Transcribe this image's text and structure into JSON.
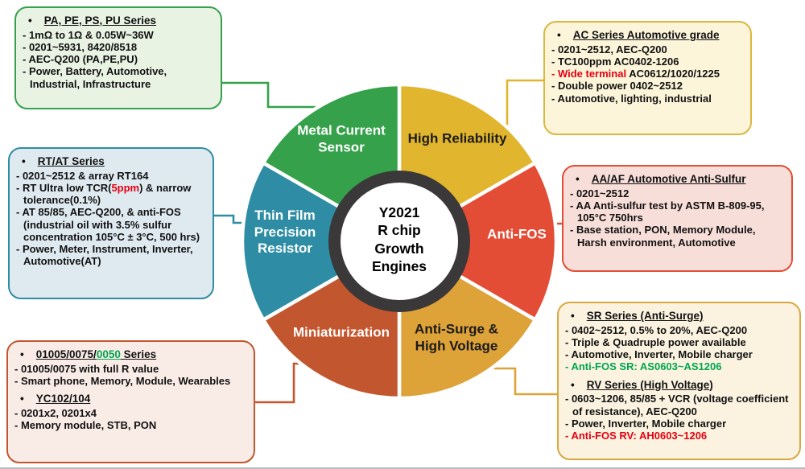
{
  "center": {
    "title": "Y2021\nR chip\nGrowth\nEngines",
    "ring_color": "#3b3839",
    "face_color": "#ffffff",
    "text_color": "#000000"
  },
  "segments": [
    {
      "id": "high-reliability",
      "label": "High Reliability",
      "color": "#e1b52e",
      "text_color": "#1a1a1a"
    },
    {
      "id": "anti-fos",
      "label": "Anti-FOS",
      "color": "#e34c35",
      "text_color": "#ffffff"
    },
    {
      "id": "anti-surge",
      "label": "Anti-Surge &\nHigh Voltage",
      "color": "#dda238",
      "text_color": "#1a1a1a"
    },
    {
      "id": "miniaturization",
      "label": "Miniaturization",
      "color": "#c2562e",
      "text_color": "#ffffff"
    },
    {
      "id": "thin-film",
      "label": "Thin Film\nPrecision\nResistor",
      "color": "#2e8da4",
      "text_color": "#ffffff"
    },
    {
      "id": "metal-current-sensor",
      "label": "Metal Current\nSensor",
      "color": "#35a14b",
      "text_color": "#ffffff"
    }
  ],
  "boxes": [
    {
      "id": "pa-series",
      "border_color": "#35a14b",
      "bg_color": "#e9f3e4",
      "sections": [
        {
          "title": [
            {
              "t": "PA, PE, PS, PU Series"
            }
          ],
          "lines": [
            [
              {
                "t": "- 1mΩ to 1Ω & 0.05W~36W"
              }
            ],
            [
              {
                "t": "- 0201~5931, 8420/8518"
              }
            ],
            [
              {
                "t": "- AEC-Q200 (PA,PE,PU)"
              }
            ],
            [
              {
                "t": "- Power, Battery, Automotive, Industrial, Infrastructure"
              }
            ]
          ]
        }
      ]
    },
    {
      "id": "rt-at-series",
      "border_color": "#2e8da4",
      "bg_color": "#dfeaf0",
      "sections": [
        {
          "title": [
            {
              "t": "RT/AT Series"
            }
          ],
          "lines": [
            [
              {
                "t": "- 0201~2512 & array RT164"
              }
            ],
            [
              {
                "t": "- RT Ultra low TCR("
              },
              {
                "t": "5ppm",
                "c": "#e60012"
              },
              {
                "t": ") & narrow tolerance(0.1%)"
              }
            ],
            [
              {
                "t": "- AT 85/85, AEC-Q200, & anti-FOS (industrial oil with 3.5% sulfur concentration 105°C ± 3°C, 500 hrs)"
              }
            ],
            [
              {
                "t": "- Power, Meter, Instrument, Inverter, Automotive(AT)"
              }
            ]
          ]
        }
      ]
    },
    {
      "id": "miniature-series",
      "border_color": "#c2562e",
      "bg_color": "#f9ece7",
      "sections": [
        {
          "title": [
            {
              "t": "01005/0075/"
            },
            {
              "t": "0050",
              "c": "#00a550"
            },
            {
              "t": " Series"
            }
          ],
          "lines": [
            [
              {
                "t": "- 01005/0075  with full R value"
              }
            ],
            [
              {
                "t": "- Smart phone, Memory,  Module, Wearables"
              }
            ]
          ]
        },
        {
          "title": [
            {
              "t": "YC102/104"
            }
          ],
          "lines": [
            [
              {
                "t": "- 0201x2, 0201x4"
              }
            ],
            [
              {
                "t": "- Memory  module, STB, PON"
              }
            ]
          ]
        }
      ]
    },
    {
      "id": "ac-series",
      "border_color": "#dcb63e",
      "bg_color": "#fcf5da",
      "sections": [
        {
          "title": [
            {
              "t": "AC Series Automotive grade"
            }
          ],
          "lines": [
            [
              {
                "t": "- 0201~2512, AEC-Q200"
              }
            ],
            [
              {
                "t": "- TC100ppm AC0402-1206"
              }
            ],
            [
              {
                "t": "- Wide terminal ",
                "c": "#e60012"
              },
              {
                "t": "AC0612/1020/1225"
              }
            ],
            [
              {
                "t": "- Double power 0402~2512"
              }
            ],
            [
              {
                "t": "- Automotive, lighting, industrial"
              }
            ]
          ]
        }
      ]
    },
    {
      "id": "aa-af-series",
      "border_color": "#e34c35",
      "bg_color": "#f8ded8",
      "sections": [
        {
          "title": [
            {
              "t": "AA/AF Automotive Anti-Sulfur"
            }
          ],
          "lines": [
            [
              {
                "t": "- 0201~2512"
              }
            ],
            [
              {
                "t": "- AA Anti-sulfur test by  ASTM B-809-95, 105°C 750hrs"
              }
            ],
            [
              {
                "t": "- Base station, PON, Memory  Module, Harsh environment, Automotive"
              }
            ]
          ]
        }
      ]
    },
    {
      "id": "sr-rv-series",
      "border_color": "#d8a73f",
      "bg_color": "#fbf3e0",
      "sections": [
        {
          "title": [
            {
              "t": "SR Series  (Anti-Surge)"
            }
          ],
          "lines": [
            [
              {
                "t": "- 0402~2512, 0.5%  to 20%,  AEC-Q200"
              }
            ],
            [
              {
                "t": "- Triple & Quadruple power available"
              }
            ],
            [
              {
                "t": "- Automotive, Inverter, Mobile charger"
              }
            ],
            [
              {
                "t": "- Anti-FOS SR: AS0603~AS1206",
                "c": "#00a550"
              }
            ]
          ]
        },
        {
          "title": [
            {
              "t": "RV Series  (High Voltage)"
            }
          ],
          "lines": [
            [
              {
                "t": "- 0603~1206, 85/85 + VCR (voltage coefficient of resistance), AEC-Q200"
              }
            ],
            [
              {
                "t": "- Power, Inverter, Mobile charger"
              }
            ],
            [
              {
                "t": "- Anti-FOS RV: AH0603~1206",
                "c": "#e60012"
              }
            ]
          ]
        }
      ]
    }
  ]
}
